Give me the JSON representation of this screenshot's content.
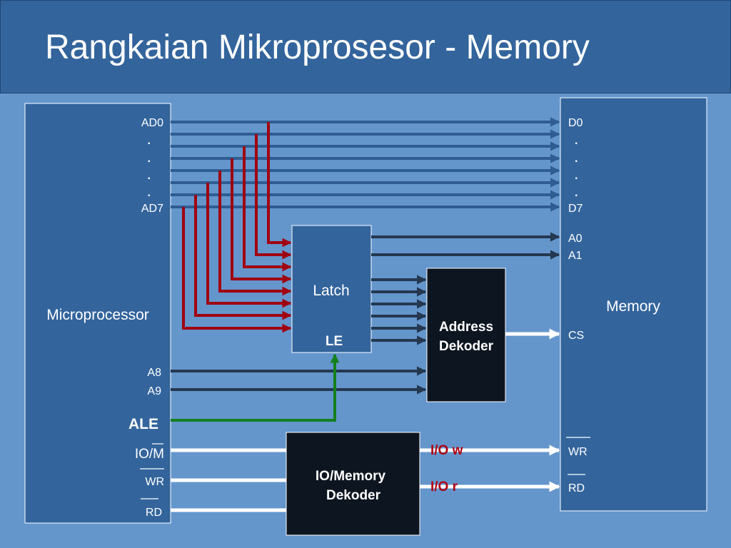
{
  "title": "Rangkaian Mikroprosesor - Memory",
  "blocks": {
    "microprocessor": "Microprocessor",
    "latch": "Latch",
    "latch_enable": "LE",
    "memory": "Memory",
    "address_decoder": [
      "Address",
      "Dekoder"
    ],
    "io_memory_decoder": [
      "IO/Memory",
      "Dekoder"
    ]
  },
  "cpu_pins": {
    "ad_first": "AD0",
    "ad_dots": [
      ".",
      ".",
      ".",
      "."
    ],
    "ad_last": "AD7",
    "a8": "A8",
    "a9": "A9",
    "ale": "ALE",
    "io_m": "IO/M",
    "wr": "WR",
    "rd": "RD"
  },
  "memory_pins": {
    "d_first": "D0",
    "d_dots": [
      ".",
      ".",
      ".",
      "."
    ],
    "d_last": "D7",
    "a0": "A0",
    "a1": "A1",
    "cs": "CS",
    "wr": "WR",
    "rd": "RD"
  },
  "signals": {
    "io_write": "I/O w",
    "io_read": "I/O r"
  },
  "colors": {
    "background": "#6496cc",
    "title_bar": "#33649c",
    "block_blue": "#33649c",
    "block_dark": "#0d1620",
    "bus_blue": "#2f5d92",
    "address_wire": "#243850",
    "latch_wire": "#a00010",
    "ale_wire": "#14801e",
    "control_wire": "#ffffff",
    "signal_label": "#b00010"
  }
}
